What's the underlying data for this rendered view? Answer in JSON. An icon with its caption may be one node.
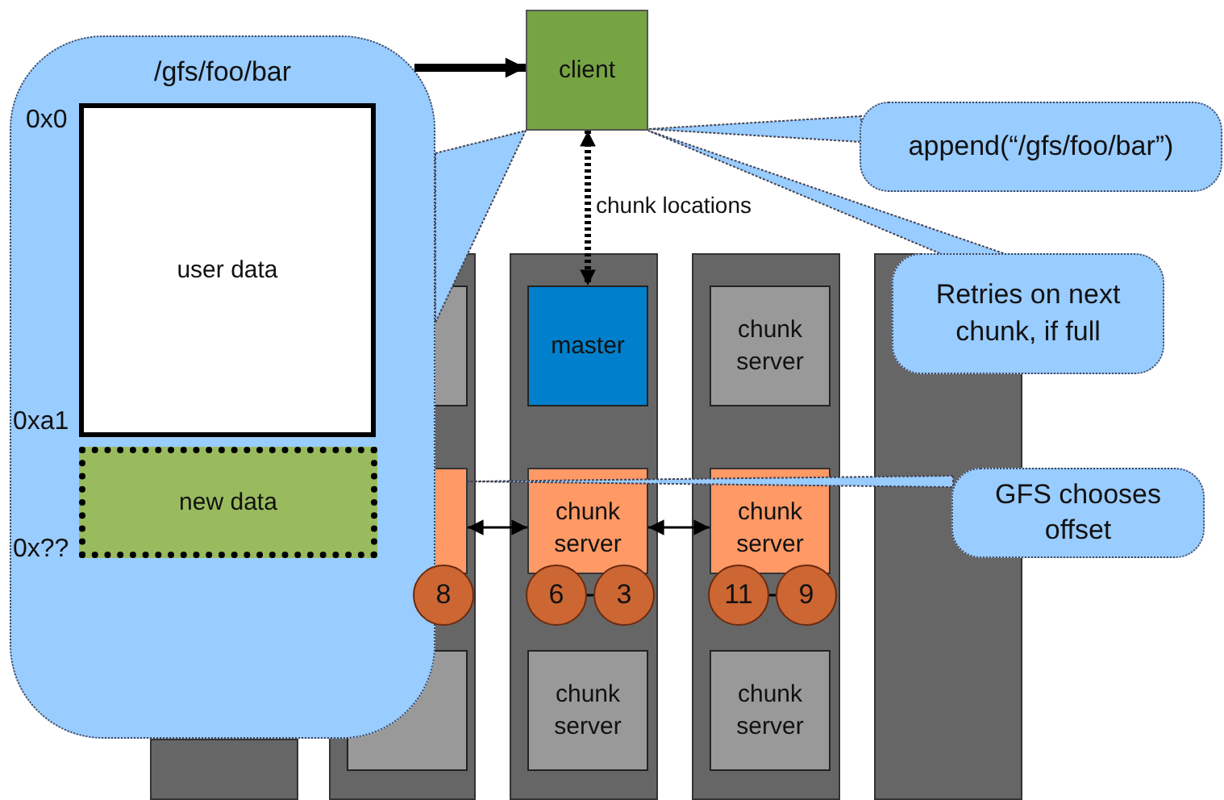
{
  "diagram": {
    "nodes": [
      {
        "text": [
          "/gfs/foo/bar"
        ]
      },
      {
        "text": [
          "user data"
        ],
        "in": 0
      },
      {
        "text": [
          "new data"
        ],
        "in": 0
      },
      {
        "text": [
          "client"
        ]
      },
      {
        "text": [
          "append(“/gfs/foo/bar”)"
        ]
      },
      {
        "text": [
          "Retries on next chunk, if full"
        ]
      },
      {
        "text": [
          "GFS chooses offset"
        ]
      },
      {
        "text": [],
        "shape": "box"
      },
      {
        "text": [],
        "shape": "box"
      },
      {
        "text": [],
        "shape": "box",
        "in": 8
      },
      {
        "text": [],
        "shape": "box",
        "in": 8
      },
      {
        "text": [
          "8"
        ],
        "in": 8
      },
      {
        "text": [],
        "shape": "box",
        "in": 8
      },
      {
        "text": [],
        "shape": "box"
      },
      {
        "text": [
          "master"
        ],
        "in": 13
      },
      {
        "text": [
          "chunk server"
        ],
        "in": 13
      },
      {
        "text": [
          "6"
        ],
        "in": 13
      },
      {
        "text": [
          "3"
        ],
        "in": 13
      },
      {
        "text": [
          "chunk server"
        ],
        "in": 13
      },
      {
        "text": [],
        "shape": "box"
      },
      {
        "text": [
          "chunk server"
        ],
        "in": 19
      },
      {
        "text": [
          "chunk server"
        ],
        "in": 19
      },
      {
        "text": [
          "11"
        ],
        "in": 19
      },
      {
        "text": [
          "9"
        ],
        "in": 19
      },
      {
        "text": [
          "chunk server"
        ],
        "in": 19
      },
      {
        "text": [],
        "shape": "box"
      }
    ],
    "edges": [
      {
        "from": 0,
        "to": 3,
        "arrow": "to",
        "style": "thick"
      },
      {
        "from": 0,
        "to": 3,
        "arrow": "none"
      },
      {
        "from": 3,
        "to": 14,
        "arrow": "both",
        "style": "dashed",
        "label": "chunk locations"
      },
      {
        "from": 10,
        "to": 15,
        "arrow": "both"
      },
      {
        "from": 15,
        "to": 21,
        "arrow": "both"
      },
      {
        "from": 16,
        "to": 17,
        "arrow": "none"
      },
      {
        "from": 22,
        "to": 23,
        "arrow": "none"
      },
      {
        "from": 4,
        "to": 3,
        "arrow": "none"
      },
      {
        "from": 5,
        "to": 3,
        "arrow": "none"
      },
      {
        "from": 6,
        "to": 10,
        "arrow": "none"
      }
    ],
    "labels": [
      "0x0",
      "0xa1",
      "0x??"
    ]
  }
}
